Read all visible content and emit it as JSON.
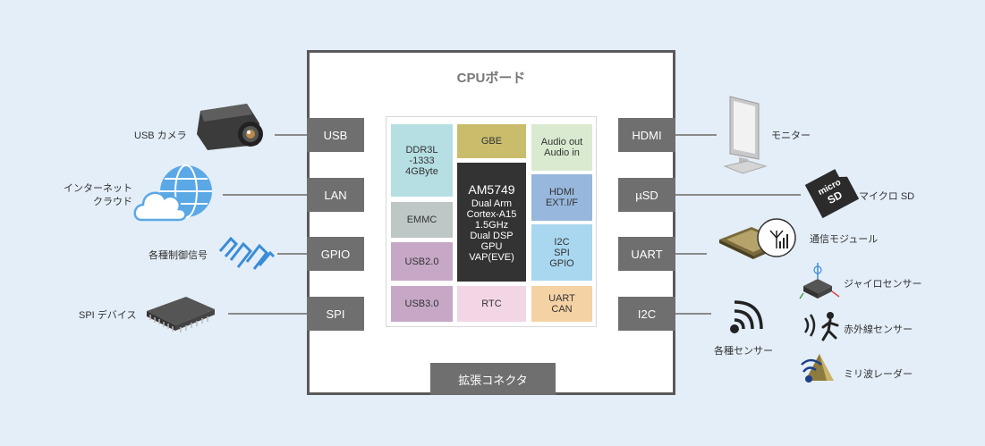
{
  "board": {
    "title": "CPUボード",
    "expansion_connector": "拡張コネクタ"
  },
  "ports": {
    "left": [
      "USB",
      "LAN",
      "GPIO",
      "SPI"
    ],
    "right": [
      "HDMI",
      "µSD",
      "UART",
      "I2C"
    ]
  },
  "chips": {
    "ddr": "DDR3L\n-1333\n4GByte",
    "gbe": "GBE",
    "audio": "Audio out\nAudio in",
    "emmc": "EMMC",
    "cpu_name": "AM5749",
    "cpu_detail": "Dual Arm\nCortex-A15\n1.5GHz\nDual DSP\nGPU\nVAP(EVE)",
    "hdmi": "HDMI\nEXT.I/F",
    "usb20": "USB2.0",
    "i2c_spi_gpio": "I2C\nSPI\nGPIO",
    "usb30": "USB3.0",
    "rtc": "RTC",
    "uart_can": "UART\nCAN"
  },
  "devices": {
    "usb_camera": "USB カメラ",
    "internet_cloud": "インターネット\nクラウド",
    "control_signals": "各種制御信号",
    "spi_device": "SPI デバイス",
    "monitor": "モニター",
    "micro_sd": "マイクロ SD",
    "micro_sd_card_text": "micro\nSD",
    "comm_module": "通信モジュール",
    "gyro": "ジャイロセンサー",
    "ir_sensor": "赤外線センサー",
    "mmwave": "ミリ波レーダー",
    "sensors": "各種センサー"
  },
  "colors": {
    "background": "#e4eef8",
    "port": "#6f6f6f",
    "ddr": "#b6dfe3",
    "gbe": "#c9bd6c",
    "audio": "#d9ead0",
    "emmc": "#bcc7c6",
    "cpu": "#333333",
    "hdmi": "#98b7dc",
    "usb": "#c6a7c6",
    "i2c": "#a9d7f0",
    "rtc": "#f3d6e6",
    "uart": "#f5d2a4"
  }
}
